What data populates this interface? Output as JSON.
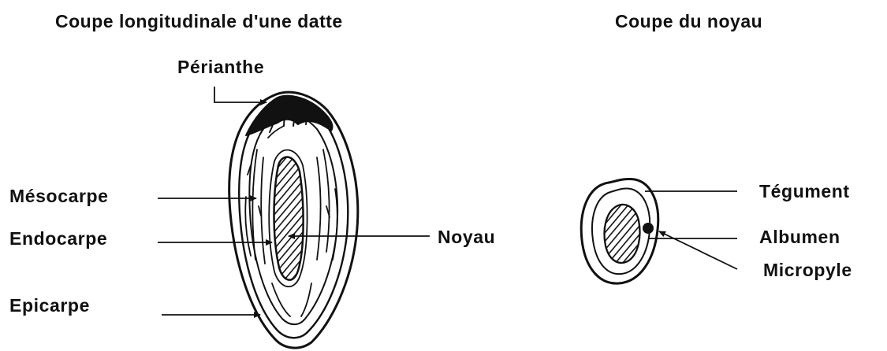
{
  "titles": {
    "left": "Coupe longitudinale d'une datte",
    "right": "Coupe du noyau"
  },
  "date_labels": {
    "perianthe": "Périanthe",
    "mesocarpe": "Mésocarpe",
    "endocarpe": "Endocarpe",
    "epicarpe": "Epicarpe",
    "noyau": "Noyau"
  },
  "seed_labels": {
    "tegument": "Tégument",
    "albumen": "Albumen",
    "micropyle": "Micropyle"
  },
  "colors": {
    "ink": "#111111",
    "background": "#ffffff"
  }
}
